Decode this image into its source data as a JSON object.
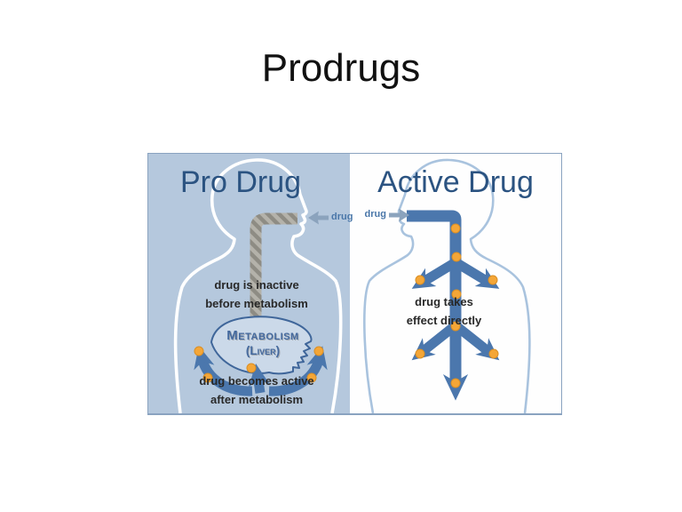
{
  "title": "Prodrugs",
  "figure": {
    "left_panel": {
      "heading": "Pro Drug",
      "drug_label": "drug",
      "caption_top_line1": "drug is inactive",
      "caption_top_line2": "before metabolism",
      "organ_line1": "Metabolism",
      "organ_line2": "(Liver)",
      "caption_bottom_line1": "drug becomes active",
      "caption_bottom_line2": "after metabolism"
    },
    "right_panel": {
      "heading": "Active Drug",
      "drug_label": "drug",
      "caption_line1": "drug takes",
      "caption_line2": "effect directly"
    },
    "colors": {
      "title": "#111111",
      "left_bg": "#b5c8dd",
      "right_bg": "#fefefe",
      "border": "#8aa3c0",
      "heading": "#2b5381",
      "arrow": "#4b77ad",
      "dot": "#f4a637",
      "dot_edge": "#d98f26",
      "body_left": "#ffffff",
      "body_right": "#a9c3de",
      "tube_base": "#b4b2aa",
      "tube_stripe": "#8e8c84",
      "organ_fill": "#cbd9e9",
      "organ_stroke": "#3f669a",
      "organ_text": "#44699e",
      "drug_label": "#4a77a9",
      "entry_arrow": "#8ba3bd",
      "caption": "#282828"
    }
  }
}
